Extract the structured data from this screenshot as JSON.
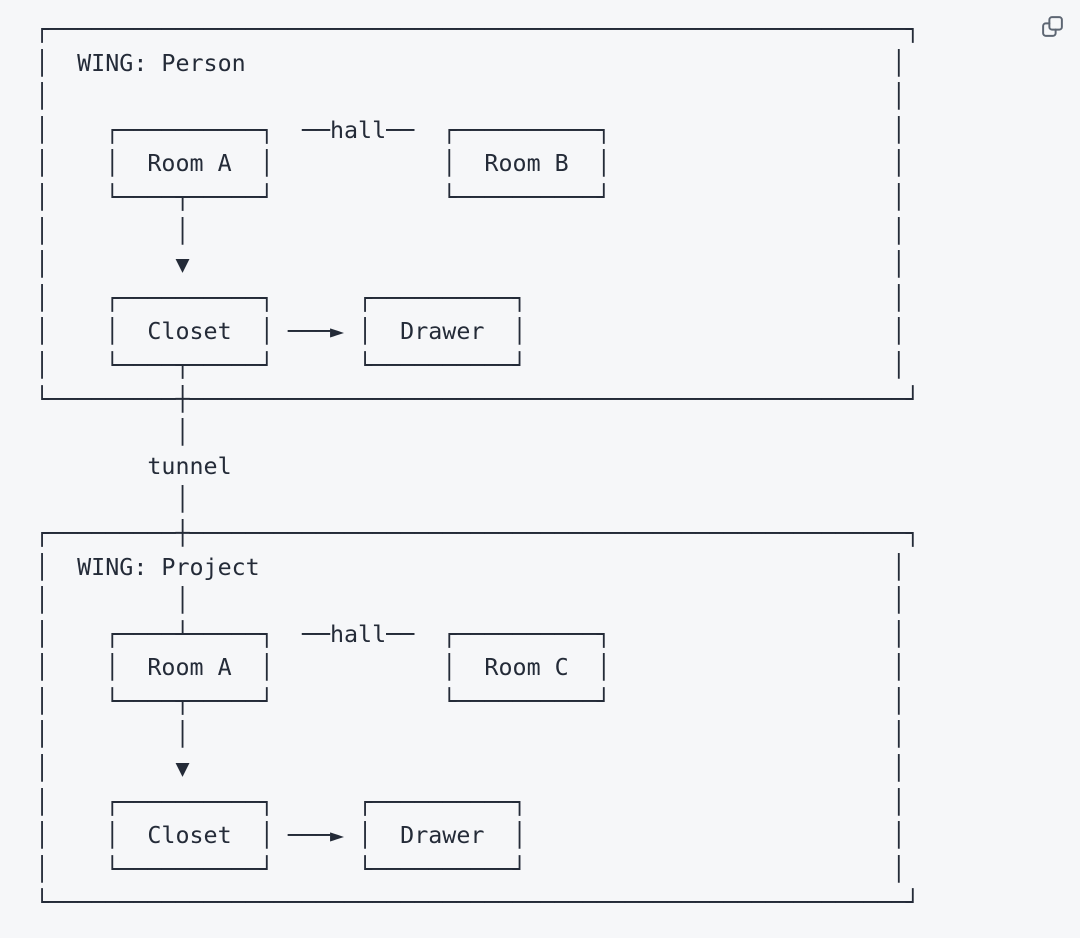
{
  "colors": {
    "background": "#f6f7f9",
    "ink": "#242b38",
    "icon": "#5d6673"
  },
  "code_block": {
    "copy_icon": "copy-icon",
    "ascii_lines": [
      "┌─────────────────────────────────────────────────────────────┐",
      "│  WING: Person                                              │",
      "│                                                            │",
      "│    ┌──────────┐  ──hall──  ┌──────────┐                    │",
      "│    │  Room A  │            │  Room B  │                    │",
      "│    └────┬─────┘            └──────────┘                    │",
      "│         │                                                  │",
      "│         ▼                                                  │",
      "│    ┌──────────┐      ┌──────────┐                          │",
      "│    │  Closet  │ ───► │  Drawer  │                          │",
      "│    └────┬─────┘      └──────────┘                          │",
      "└─────────┼───────────────────────────────────────────────────┘",
      "          │",
      "        tunnel",
      "          │",
      "┌─────────┼───────────────────────────────────────────────────┐",
      "│  WING: Project                                             │",
      "│         │                                                  │",
      "│    ┌────┴─────┐  ──hall──  ┌──────────┐                    │",
      "│    │  Room A  │            │  Room C  │                    │",
      "│    └────┬─────┘            └──────────┘                    │",
      "│         │                                                  │",
      "│         ▼                                                  │",
      "│    ┌──────────┐      ┌──────────┐                          │",
      "│    │  Closet  │ ───► │  Drawer  │                          │",
      "│    └──────────┘      └──────────┘                          │",
      "└─────────────────────────────────────────────────────────────┘"
    ]
  },
  "diagram": {
    "tunnel_label": "tunnel",
    "hall_label": "──hall──",
    "wings": [
      {
        "title": "WING: Person",
        "rooms": [
          "Room A",
          "Room B",
          "Closet",
          "Drawer"
        ]
      },
      {
        "title": "WING: Project",
        "rooms": [
          "Room A",
          "Room C",
          "Closet",
          "Drawer"
        ]
      }
    ]
  }
}
